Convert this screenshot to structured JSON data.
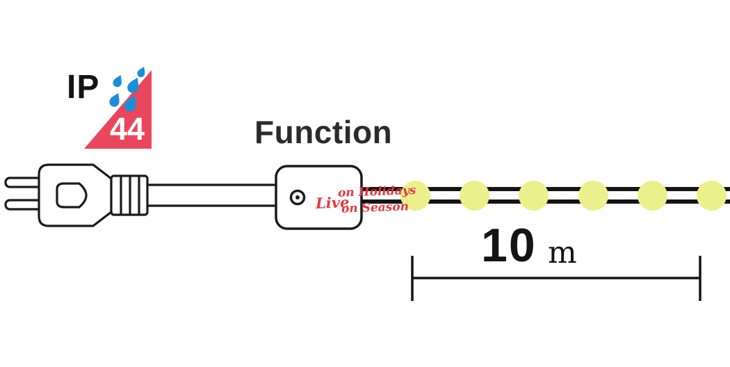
{
  "badge": {
    "ip_label": "IP",
    "rating": "44",
    "triangle_color": "#e9475d",
    "droplet_color": "#1d8ed6",
    "rating_text_color": "#ffffff"
  },
  "labels": {
    "function": "Function"
  },
  "watermark": {
    "line1": "on Holidays",
    "line2": "Live",
    "line3": "on Season",
    "color": "#e03a43"
  },
  "measurement": {
    "value": "10",
    "unit": "m"
  },
  "lights": {
    "count": 6,
    "bulb_color": "#ebf08c"
  }
}
